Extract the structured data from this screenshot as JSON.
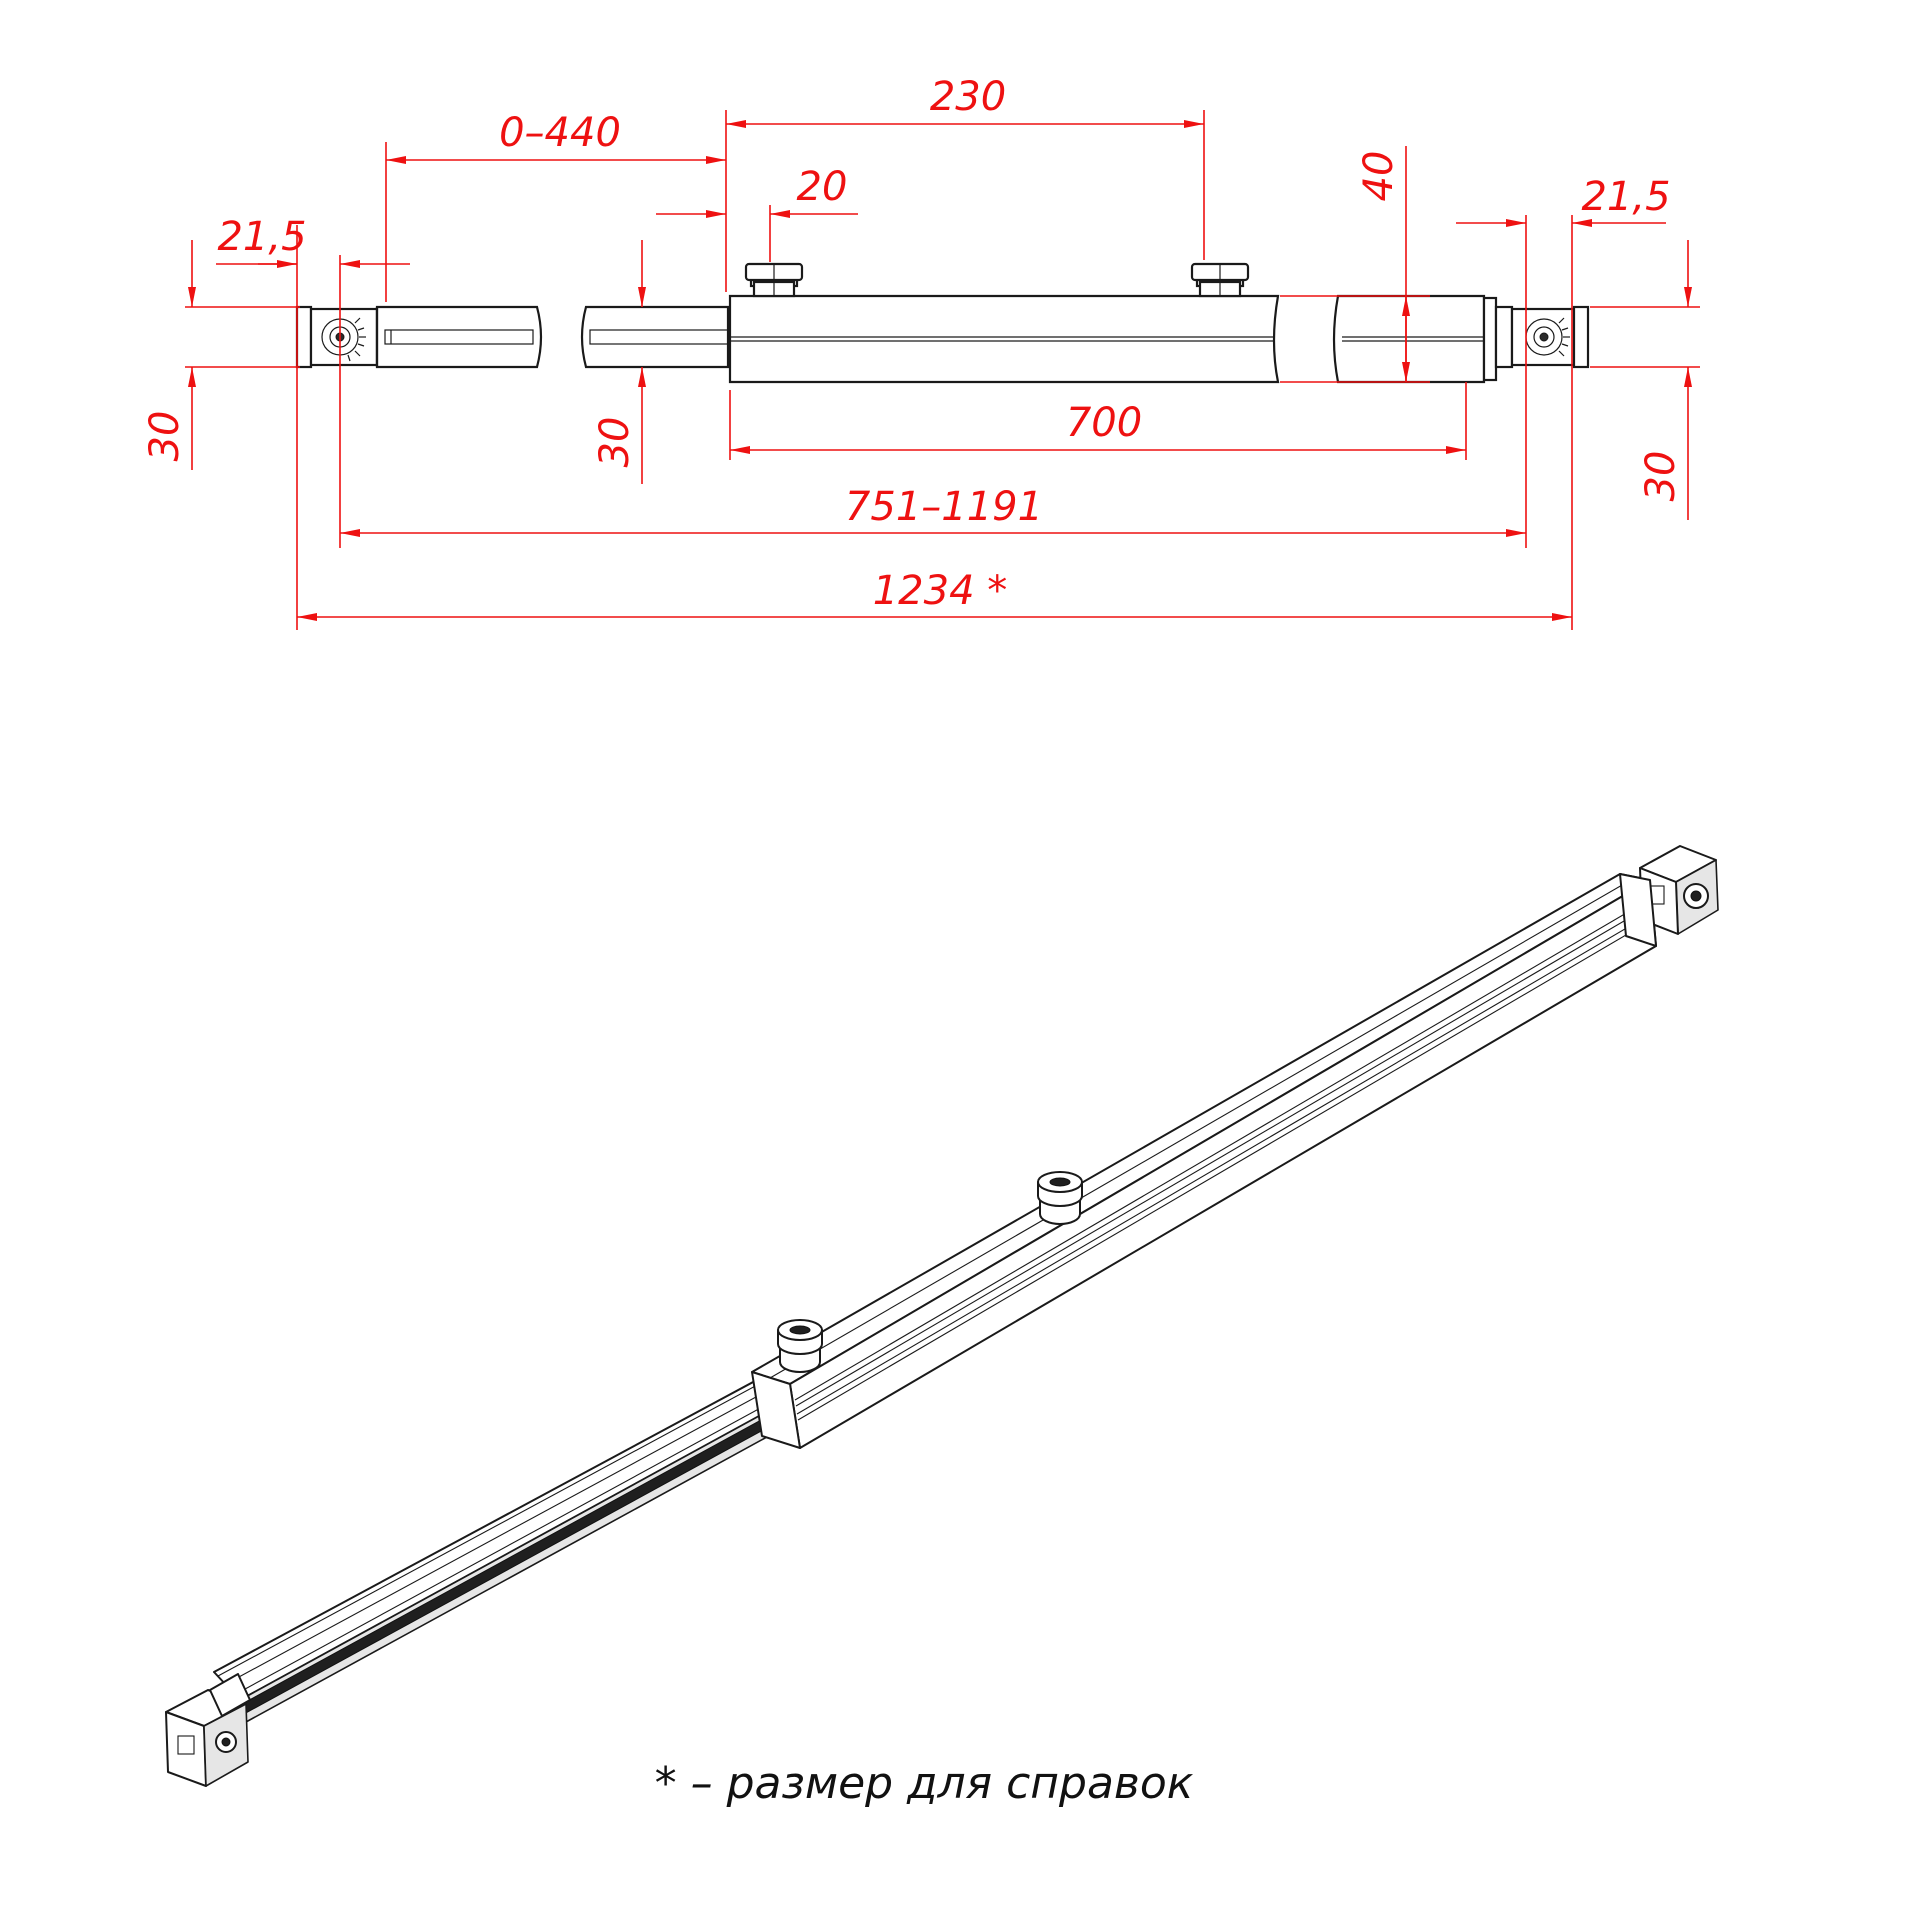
{
  "dimensions": {
    "d_0_440": "0–440",
    "d_230": "230",
    "d_20": "20",
    "d_40": "40",
    "d_21_5_left": "21,5",
    "d_21_5_right": "21,5",
    "d_30_left": "30",
    "d_30_mid": "30",
    "d_30_right": "30",
    "d_700": "700",
    "d_751_1191": "751–1191",
    "d_1234": "1234 *"
  },
  "note": "* – размер для справок",
  "colors": {
    "dimension": "#ee1111",
    "outline": "#1a1a1a",
    "background": "#ffffff"
  },
  "icons": {
    "left_hinge": "hinge-bracket-icon",
    "right_hinge": "hinge-bracket-icon",
    "knob": "clamp-knob-icon"
  }
}
